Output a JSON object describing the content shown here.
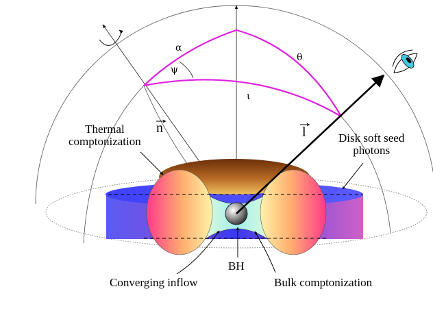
{
  "labels": {
    "thermal_line1": "Thermal",
    "thermal_line2": "comptonization",
    "disk_line1": "Disk soft seed",
    "disk_line2": "photons",
    "bh": "BH",
    "converging": "Converging inflow",
    "bulk": "Bulk comptonization",
    "n_vec": "n",
    "l_vec": "l"
  },
  "angles": {
    "alpha": "α",
    "theta": "θ",
    "psi": "ψ",
    "iota": "ι"
  },
  "colors": {
    "spherical_triangle": "#e020e0",
    "disk_blue": "#3a3af0",
    "disk_pink": "#d050c0",
    "torus_brown": "#7a3a10",
    "torus_gold": "#e8a040",
    "blob_pink": "#ff3a8a",
    "blob_yellow": "#fff0a0",
    "funnel_cyan": "#a8f0f0",
    "eye_cyan": "#40c8e0"
  }
}
